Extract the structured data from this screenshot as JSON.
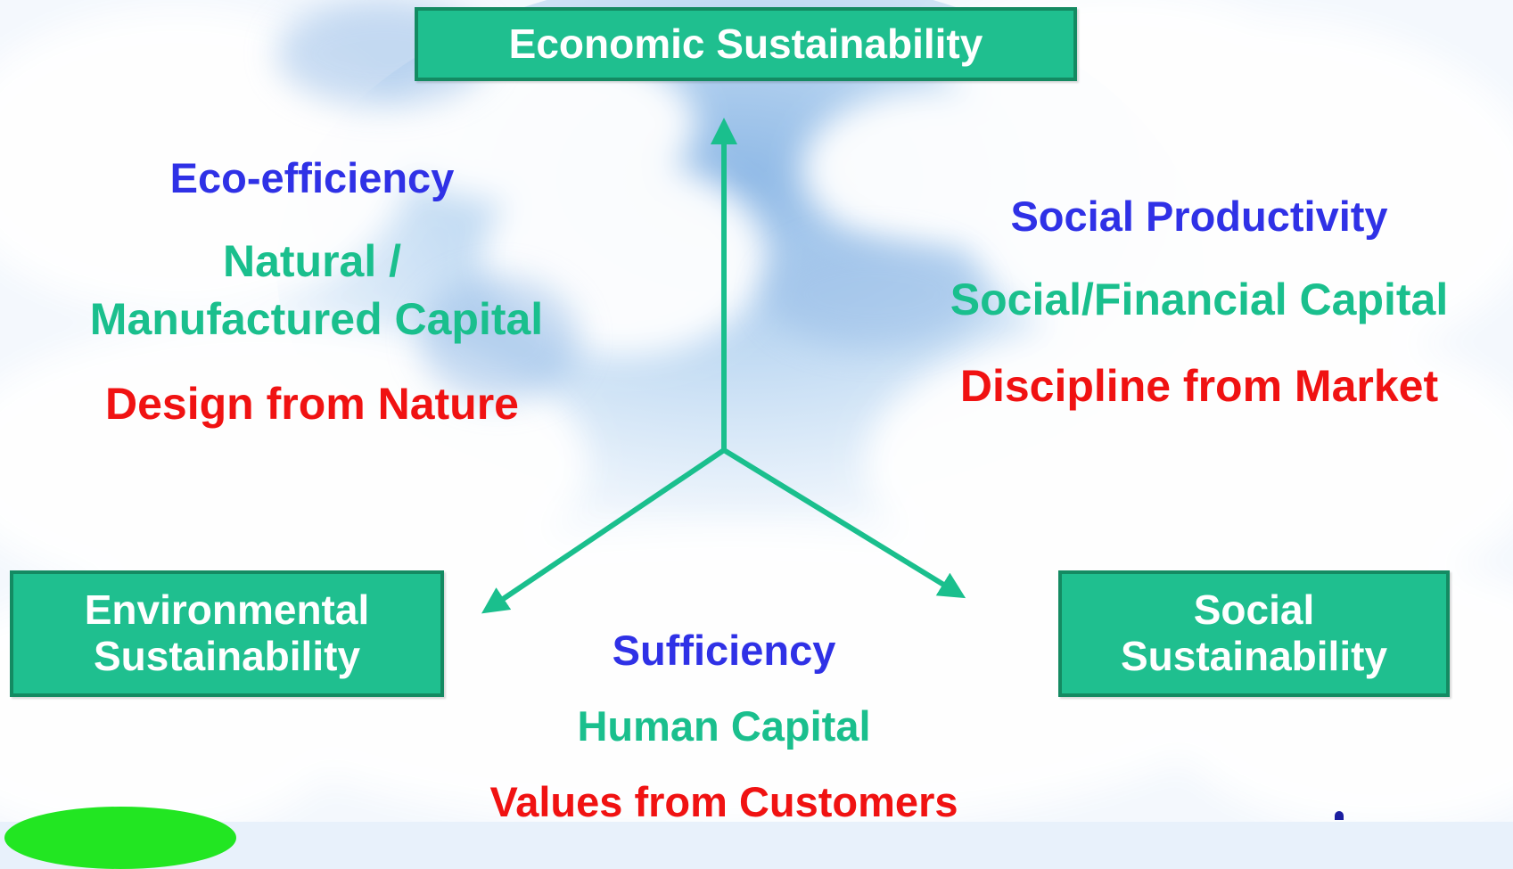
{
  "boxes": {
    "economic": "Economic Sustainability",
    "environmental_line1": "Environmental",
    "environmental_line2": "Sustainability",
    "social_line1": "Social",
    "social_line2": "Sustainability"
  },
  "left_group": {
    "approach": "Eco-efficiency",
    "capital_line1": "Natural /",
    "capital_line2": "Manufactured Capital",
    "principle": "Design from Nature"
  },
  "right_group": {
    "approach": "Social Productivity",
    "capital": "Social/Financial Capital",
    "principle": "Discipline from Market"
  },
  "bottom_group": {
    "approach": "Sufficiency",
    "capital": "Human Capital",
    "principle": "Values from Customers"
  },
  "colors": {
    "box_fill": "#1fbf8f",
    "arrow": "#1abf8d",
    "approach_text": "#2f31e6",
    "capital_text": "#1abf8d",
    "principle_text": "#f01212"
  }
}
